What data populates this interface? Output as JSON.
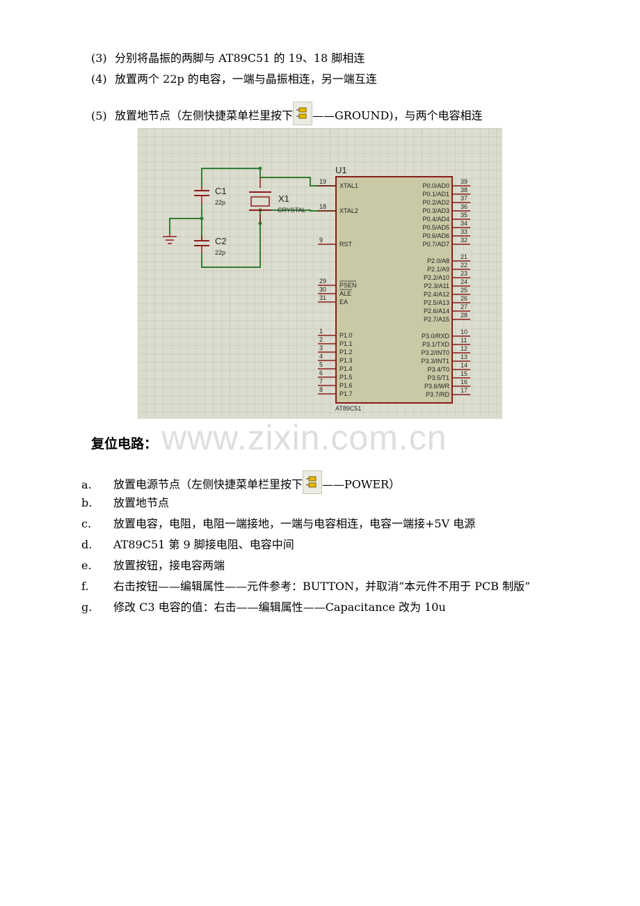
{
  "steps": [
    {
      "num": "(3)",
      "text": "分别将晶振的两脚与 AT89C51 的 19、18 脚相连"
    },
    {
      "num": "(4)",
      "text": "放置两个 22p 的电容，一端与晶振相连，另一端互连"
    },
    {
      "num": "(5)",
      "text_before": "放置地节点（左侧快捷菜单栏里按下",
      "text_after": "——GROUND)，与两个电容相连"
    }
  ],
  "schematic": {
    "chip_ref": "U1",
    "chip_name": "AT89C51",
    "c1_ref": "C1",
    "c1_val": "22p",
    "c2_ref": "C2",
    "c2_val": "22p",
    "x1_ref": "X1",
    "x1_val": "CRYSTAL",
    "left_pins": [
      {
        "num": "19",
        "name": "XTAL1"
      },
      {
        "num": "18",
        "name": "XTAL2"
      },
      {
        "num": "9",
        "name": "RST"
      },
      {
        "num": "29",
        "name": "PSEN"
      },
      {
        "num": "30",
        "name": "ALE"
      },
      {
        "num": "31",
        "name": "EA"
      },
      {
        "num": "1",
        "name": "P1.0"
      },
      {
        "num": "2",
        "name": "P1.1"
      },
      {
        "num": "3",
        "name": "P1.2"
      },
      {
        "num": "4",
        "name": "P1.3"
      },
      {
        "num": "5",
        "name": "P1.4"
      },
      {
        "num": "6",
        "name": "P1.5"
      },
      {
        "num": "7",
        "name": "P1.6"
      },
      {
        "num": "8",
        "name": "P1.7"
      }
    ],
    "right_pins": [
      {
        "num": "39",
        "name": "P0.0/AD0"
      },
      {
        "num": "38",
        "name": "P0.1/AD1"
      },
      {
        "num": "37",
        "name": "P0.2/AD2"
      },
      {
        "num": "36",
        "name": "P0.3/AD3"
      },
      {
        "num": "35",
        "name": "P0.4/AD4"
      },
      {
        "num": "34",
        "name": "P0.5/AD5"
      },
      {
        "num": "33",
        "name": "P0.6/AD6"
      },
      {
        "num": "32",
        "name": "P0.7/AD7"
      },
      {
        "num": "21",
        "name": "P2.0/A8"
      },
      {
        "num": "22",
        "name": "P2.1/A9"
      },
      {
        "num": "23",
        "name": "P2.2/A10"
      },
      {
        "num": "24",
        "name": "P2.3/A11"
      },
      {
        "num": "25",
        "name": "P2.4/A12"
      },
      {
        "num": "26",
        "name": "P2.5/A13"
      },
      {
        "num": "27",
        "name": "P2.6/A14"
      },
      {
        "num": "28",
        "name": "P2.7/A15"
      },
      {
        "num": "10",
        "name": "P3.0/RXD"
      },
      {
        "num": "11",
        "name": "P3.1/TXD"
      },
      {
        "num": "12",
        "name": "P3.2/INT0"
      },
      {
        "num": "13",
        "name": "P3.3/INT1"
      },
      {
        "num": "14",
        "name": "P3.4/T0"
      },
      {
        "num": "15",
        "name": "P3.5/T1"
      },
      {
        "num": "16",
        "name": "P3.6/WR"
      },
      {
        "num": "17",
        "name": "P3.7/RD"
      }
    ]
  },
  "heading": "复位电路：",
  "watermark": "www.zixin.com.cn",
  "reset_steps": [
    {
      "label": "a.",
      "text_before": "放置电源节点（左侧快捷菜单栏里按下",
      "text_after": "——POWER）"
    },
    {
      "label": "b.",
      "text": "放置地节点"
    },
    {
      "label": "c.",
      "text": "放置电容，电阻，电阻一端接地，一端与电容相连，电容一端接+5V 电源"
    },
    {
      "label": "d.",
      "text": "AT89C51 第 9 脚接电阻、电容中间"
    },
    {
      "label": "e.",
      "text": "放置按钮，接电容两端"
    },
    {
      "label": "f.",
      "text": "右击按钮——编辑属性——元件参考：BUTTON，并取消“本元件不用于 PCB 制版”"
    },
    {
      "label": "g.",
      "text": "修改 C3 电容的值：右击——编辑属性——Capacitance 改为 10u"
    }
  ],
  "icon_names": [
    "terminal-tool-icon"
  ],
  "colors": {
    "grid_bg": "#dcdccf",
    "grid_line": "#c6c6b4",
    "chip_fill": "#c9c9a6",
    "chip_border": "#8b1a1a",
    "wire": "#2f7f2f",
    "text_dark": "#000000"
  }
}
